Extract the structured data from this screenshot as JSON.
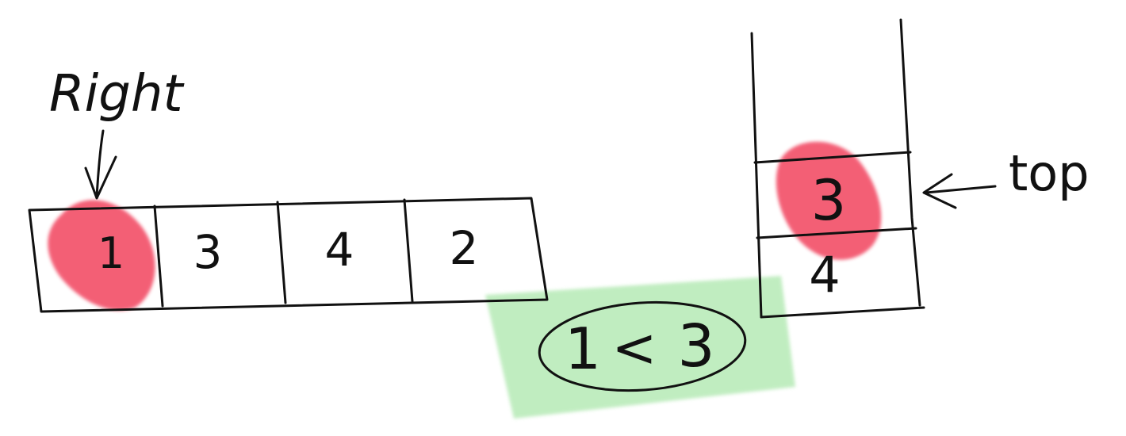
{
  "array": {
    "cells": [
      "1",
      "3",
      "4",
      "2"
    ],
    "highlighted_index": 0,
    "pointer_label": "Right"
  },
  "stack": {
    "items_top_down": [
      "3",
      "4"
    ],
    "pointer_label": "top"
  },
  "comparison": {
    "left": "1",
    "op": "<",
    "right": "3"
  },
  "colors": {
    "ink": "#111111",
    "highlight_red": "#f24a63",
    "highlight_green": "#b6eab6"
  }
}
